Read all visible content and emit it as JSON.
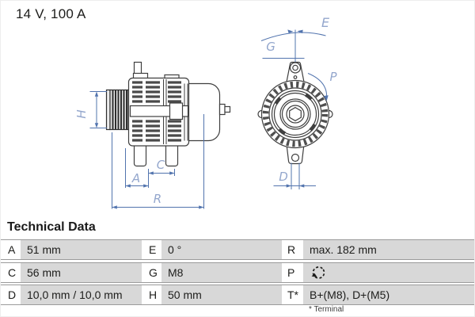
{
  "window": {
    "title": "14 V, 100 A"
  },
  "drawing": {
    "description": "alternator-technical-drawing-two-views",
    "side_labels": {
      "h": "H",
      "a": "A",
      "c": "C",
      "r": "R"
    },
    "front_labels": {
      "e": "E",
      "g": "G",
      "p": "P",
      "d": "D"
    },
    "colors": {
      "outline": "#3f3f3f",
      "dimension_line": "#5274ae",
      "dimension_label": "#94a7cd",
      "row_fill": "#d8d8d8",
      "row_line": "#9b9b9b"
    }
  },
  "table": {
    "heading": "Technical Data",
    "rows": [
      [
        {
          "key": "A",
          "value": "51 mm"
        },
        {
          "key": "E",
          "value": "0 °"
        },
        {
          "key": "R",
          "value": "max. 182 mm"
        }
      ],
      [
        {
          "key": "C",
          "value": "56 mm"
        },
        {
          "key": "G",
          "value": "M8"
        },
        {
          "key": "P",
          "value": "",
          "icon": "rotation-direction"
        }
      ],
      [
        {
          "key": "D",
          "value": "10,0 mm / 10,0 mm"
        },
        {
          "key": "H",
          "value": "50 mm"
        },
        {
          "key": "T*",
          "value": "B+(M8), D+(M5)"
        }
      ]
    ],
    "footnote": "* Terminal"
  }
}
